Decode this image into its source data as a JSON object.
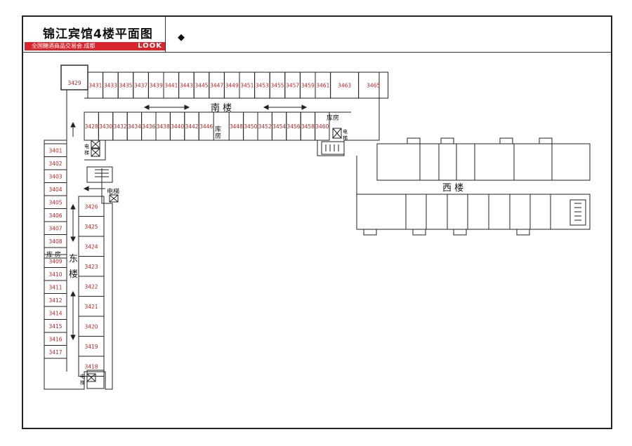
{
  "header": {
    "title": "锦江宾馆4楼平面图",
    "subtitle": "全国糖酒商品交易会.成都",
    "logo": "LOOK",
    "marker": "◆"
  },
  "labels": {
    "south_building": "南  楼",
    "west_building": "西      楼",
    "east_char1": "东",
    "east_char2": "楼",
    "storage": "库房",
    "storage_east": "库  房",
    "storage_south_1": "库",
    "storage_south_2": "房",
    "elevator_1": "电",
    "elevator_2": "梯",
    "elevator": "电梯"
  },
  "rooms": {
    "corner": "3429",
    "south_top": [
      "3431",
      "3433",
      "3435",
      "3437",
      "3439",
      "3441",
      "3443",
      "3445",
      "3447",
      "3449",
      "3451",
      "3453",
      "3455",
      "3457",
      "3459",
      "3461",
      "3463",
      "3465"
    ],
    "south_bottom": [
      "3428",
      "3430",
      "3432",
      "3434",
      "3436",
      "3438",
      "3440",
      "3442",
      "3446",
      "3448",
      "3450",
      "3452",
      "3454",
      "3456",
      "3458",
      "3460"
    ],
    "east_outer": [
      "3401",
      "3402",
      "3403",
      "3404",
      "3405",
      "3406",
      "3407",
      "3408",
      "3409",
      "3410",
      "3411",
      "3412",
      "3414",
      "3415",
      "3416",
      "3417"
    ],
    "east_inner": [
      "3426",
      "3425",
      "3424",
      "3423",
      "3422",
      "3421",
      "3420",
      "3419",
      "3418"
    ]
  },
  "colors": {
    "room_number": "#c42020",
    "ribbon": "#d9262c",
    "line": "#222222"
  }
}
